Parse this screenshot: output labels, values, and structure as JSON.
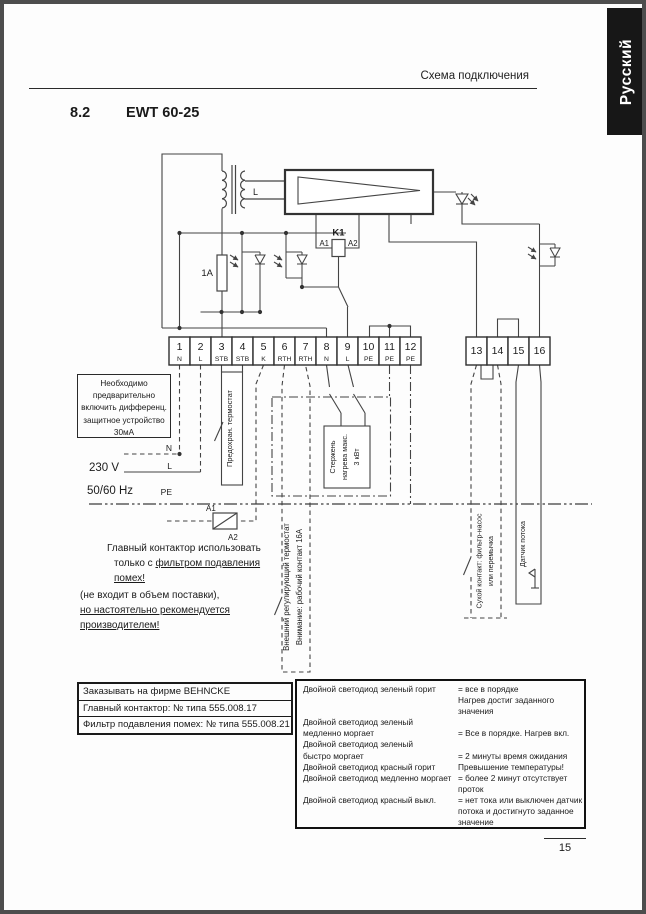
{
  "header": {
    "title": "Схема подключения",
    "language_tab": "Русский"
  },
  "section": {
    "number": "8.2",
    "title": "EWT 60-25"
  },
  "diagram": {
    "labels": {
      "transformer_secondary": "L",
      "fuse": "1A",
      "relay": "K1",
      "relay_a1": "A1",
      "relay_a2": "A2",
      "contactor_a1": "A1",
      "contactor_a2": "A2",
      "supply_n": "N",
      "supply_l": "L",
      "supply_pe": "PE",
      "voltage": "230 V",
      "frequency": "50/60 Hz"
    },
    "rcd_note_lines": [
      "Необходимо",
      "предварительно",
      "включить дифференц.",
      "защитное устройство",
      "30мА"
    ],
    "terminals_main": [
      {
        "num": "1",
        "label": "N"
      },
      {
        "num": "2",
        "label": "L"
      },
      {
        "num": "3",
        "label": "STB"
      },
      {
        "num": "4",
        "label": "STB"
      },
      {
        "num": "5",
        "label": "K"
      },
      {
        "num": "6",
        "label": "RTH"
      },
      {
        "num": "7",
        "label": "RTH"
      },
      {
        "num": "8",
        "label": "N"
      },
      {
        "num": "9",
        "label": "L"
      },
      {
        "num": "10",
        "label": "PE"
      },
      {
        "num": "11",
        "label": "PE"
      },
      {
        "num": "12",
        "label": "PE"
      }
    ],
    "terminals_aux": [
      "13",
      "14",
      "15",
      "16"
    ],
    "vertical_labels": {
      "safety_thermostat": "Предохран. термостат",
      "heating_rod": [
        "Стержень",
        "нагрева макс.",
        "3 кВт"
      ],
      "external_thermostat": [
        "Внешний регулирующий термостат",
        "Внимание: рабочий контакт 16А"
      ],
      "dry_contact": [
        "Сухой контакт: фильтр-насос",
        "или перемычка"
      ],
      "flow_sensor": "Датчик потока"
    },
    "contactor_note": {
      "line1": "Главный контактор использовать",
      "line2_prefix": "только с ",
      "line2_underlined": "фильтром подавления помех!",
      "line3": "(не входит в объем поставки),",
      "line4_underlined": "но настоятельно рекомендуется",
      "line5_underlined": "производителем!"
    }
  },
  "order_table": {
    "rows": [
      "Заказывать на фирме BEHNCKE",
      "Главный контактор: № типа 555.008.17",
      "Фильтр подавления помех: № типа 555.008.21"
    ]
  },
  "led_legend": {
    "rows": [
      {
        "l": "Двойной светодиод зеленый горит",
        "r": "= все в порядке"
      },
      {
        "l": "",
        "r": "Нагрев достиг заданного"
      },
      {
        "l": "",
        "r": "значения"
      },
      {
        "l": "Двойной светодиод зеленый",
        "r": ""
      },
      {
        "l": "медленно моргает",
        "r": "= Все в порядке. Нагрев вкл."
      },
      {
        "l": "Двойной светодиод зеленый",
        "r": ""
      },
      {
        "l": "быстро моргает",
        "r": "= 2 минуты время ожидания"
      },
      {
        "l": "Двойной светодиод красный горит",
        "r": "Превышение температуры!"
      },
      {
        "l": "Двойной светодиод медленно моргает",
        "r": "= более 2 минут отсутствует"
      },
      {
        "l": "",
        "r": "проток"
      },
      {
        "l": "Двойной светодиод красный выкл.",
        "r": "= нет тока или выключен датчик"
      },
      {
        "l": "",
        "r": "потока и достигнуто заданное"
      },
      {
        "l": "",
        "r": "значение"
      }
    ]
  },
  "footer": {
    "page_number": "15"
  },
  "colors": {
    "page_border": "#4d4d4d",
    "ink": "#1a1a1a",
    "wire": "#444444",
    "tab_bg": "#171717",
    "tab_text": "#ffffff"
  }
}
